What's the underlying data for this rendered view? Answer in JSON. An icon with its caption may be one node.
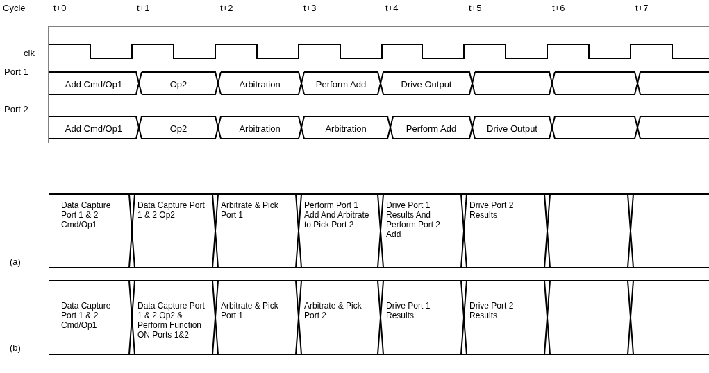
{
  "diagram": {
    "labels": [
      "Cycle",
      "t+0",
      "t+1",
      "t+2",
      "t+3",
      "t+4",
      "t+5",
      "t+6",
      "t+7",
      "clk",
      "Port 1",
      "Add Cmd/Op1",
      "Op2",
      "Arbitration",
      "Perform Add",
      "Drive Output",
      "Port 2",
      "Add Cmd/Op1",
      "Op2",
      "Arbitration",
      "Arbitration",
      "Perform Add",
      "Drive Output",
      "Data Capture Port 1 & 2 Cmd/Op1",
      "Data Capture Port 1 & 2 Op2",
      "Arbitrate & Pick Port 1",
      "Perform Port 1 Add And Arbitrate to Pick Port 2",
      "Drive Port 1 Results And Perform Port 2 Add",
      "Drive Port 2 Results",
      "(a)",
      "Data Capture Port 1 & 2 Cmd/Op1",
      "Data Capture Port 1 & 2 Op2 & Perform Function ON Ports 1&2",
      "Arbitrate & Pick Port 1",
      "Arbitrate & Pick Port 2",
      "Drive Port 1 Results",
      "Drive Port 2 Results",
      "(b)"
    ]
  }
}
